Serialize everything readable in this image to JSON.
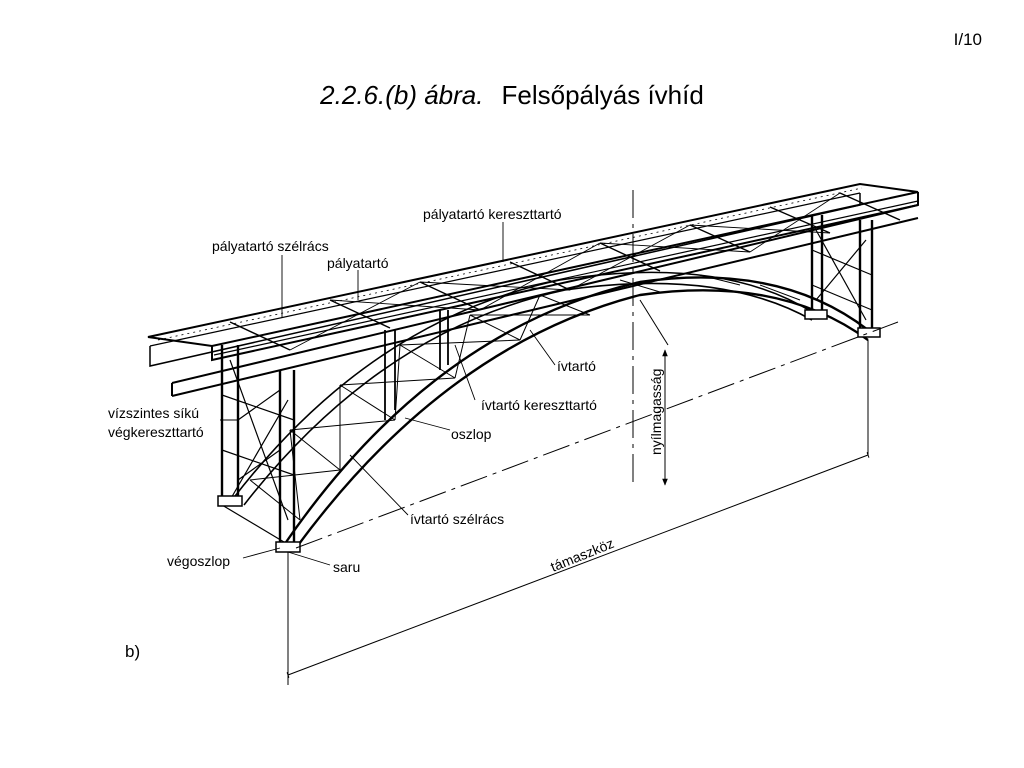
{
  "page_number": "I/10",
  "title": {
    "figure_label": "2.2.6.(b) ábra.",
    "caption": "Felsőpályás ívhíd"
  },
  "labels": {
    "palyatarto_kereszttarto": "pályatartó kereszttartó",
    "palyatarto_szelracs": "pályatartó szélrács",
    "palyatarto": "pályatartó",
    "ivtarto": "ívtartó",
    "ivtarto_kereszttarto": "ívtartó kereszttartó",
    "vizszintes_1": "vízszintes síkú",
    "vizszintes_2": "végkereszttartó",
    "oszlop": "oszlop",
    "ivtarto_szelracs": "ívtartó szélrács",
    "vegoszlop": "végoszlop",
    "saru": "saru",
    "nyilmagassag": "nyílmagasság",
    "tamaszkoz": "támaszköz",
    "subfigure": "b)"
  }
}
